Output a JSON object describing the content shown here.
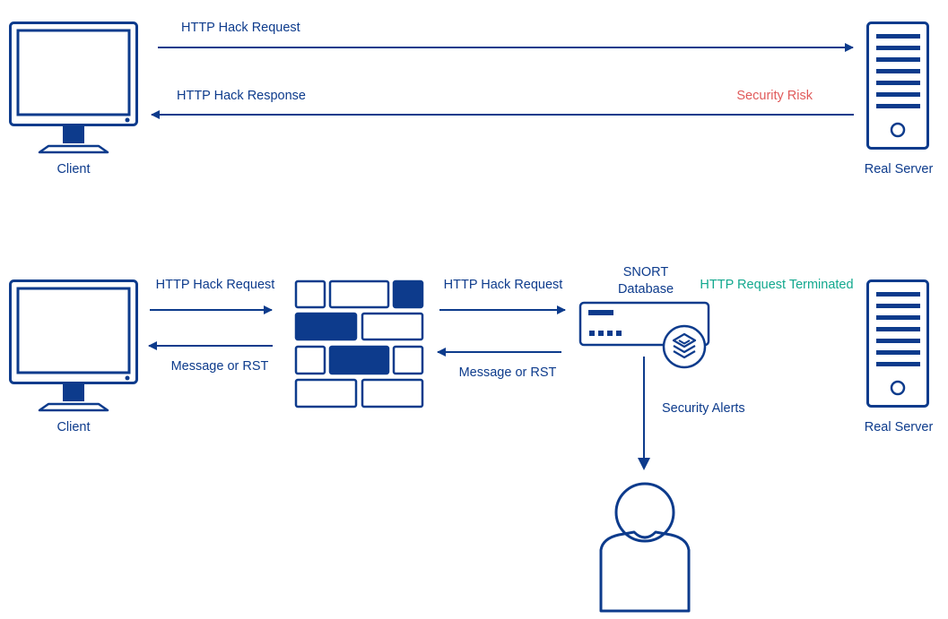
{
  "colors": {
    "primary": "#0d3b8c",
    "risk": "#e05a5a",
    "terminated": "#12a88e",
    "background": "#ffffff"
  },
  "top": {
    "client_label": "Client",
    "server_label": "Real Server",
    "request_label": "HTTP Hack Request",
    "response_label": "HTTP Hack Response",
    "risk_label": "Security Risk"
  },
  "bottom": {
    "client_label": "Client",
    "server_label": "Real Server",
    "request_label_left": "HTTP Hack Request",
    "message_label_left": "Message or RST",
    "request_label_right": "HTTP Hack Request",
    "message_label_right": "Message or RST",
    "snort_line1": "SNORT",
    "snort_line2": "Database",
    "terminated_label": "HTTP Request Terminated",
    "alerts_label": "Security Alerts"
  },
  "icons": {
    "client": "monitor-icon",
    "server": "server-tower-icon",
    "firewall": "firewall-brick-icon",
    "snort": "snort-appliance-icon",
    "user": "user-icon"
  }
}
